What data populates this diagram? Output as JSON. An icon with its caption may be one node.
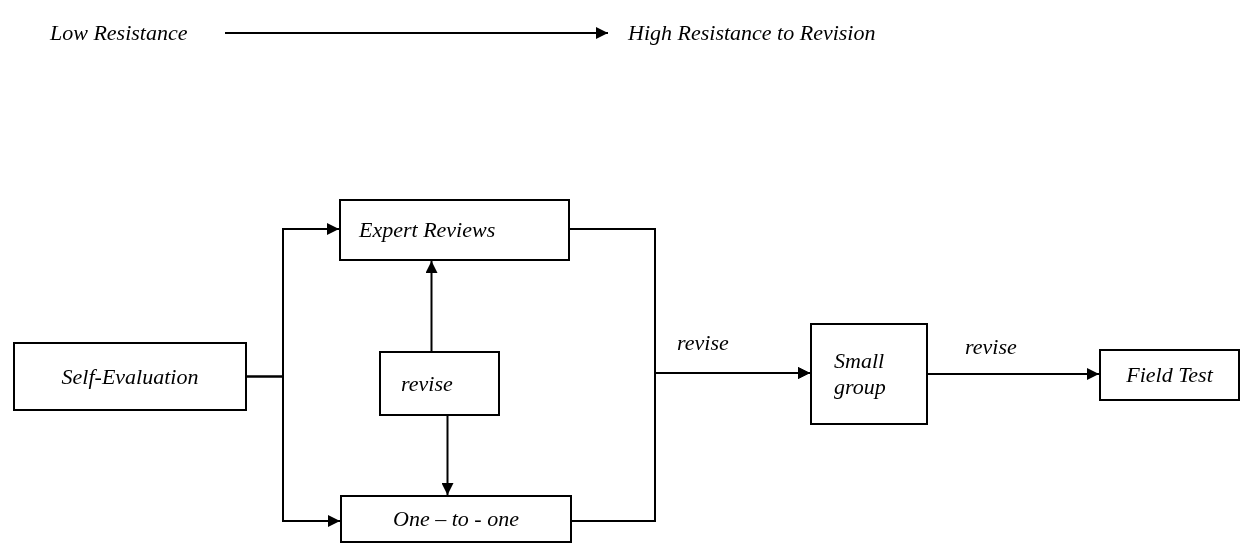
{
  "diagram": {
    "nodes": [
      {
        "text": [
          "Low Resistance"
        ]
      },
      {
        "text": [
          "High Resistance to Revision"
        ]
      },
      {
        "text": [
          "Self-Evaluation"
        ]
      },
      {
        "text": [
          "Expert Reviews"
        ]
      },
      {
        "text": [
          "revise"
        ]
      },
      {
        "text": [
          "One – to - one"
        ]
      },
      {
        "text": [
          "Small group"
        ]
      },
      {
        "text": [
          "Field Test"
        ]
      }
    ],
    "edges": [
      {
        "from": 0,
        "to": 1,
        "arrow": "to"
      },
      {
        "from": 2,
        "to": 3,
        "arrow": "to"
      },
      {
        "from": 2,
        "to": 5,
        "arrow": "to"
      },
      {
        "from": 4,
        "to": 3,
        "arrow": "to"
      },
      {
        "from": 4,
        "to": 5,
        "arrow": "to"
      },
      {
        "from": 3,
        "to": 6,
        "arrow": "to",
        "label": "revise"
      },
      {
        "from": 5,
        "to": 6,
        "arrow": "to"
      },
      {
        "from": 6,
        "to": 7,
        "arrow": "to",
        "label": "revise"
      }
    ]
  }
}
